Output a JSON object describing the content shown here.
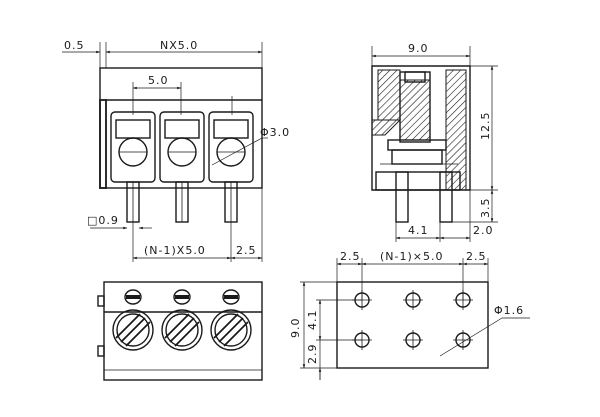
{
  "dimensions": {
    "top_offset": "0.5",
    "total_width": "NX5.0",
    "pitch": "5.0",
    "hole_dia": "Φ3.0",
    "pin_square": "□0.9",
    "span_pitch": "(N-1)X5.0",
    "right_margin": "2.5",
    "side_width": "9.0",
    "side_height": "12.5",
    "pin_length": "3.5",
    "pin_offset_a": "4.1",
    "pin_offset_b": "2.0",
    "pcb_left": "2.5",
    "pcb_span": "(N-1)×5.0",
    "pcb_right": "2.5",
    "pcb_height": "9.0",
    "pcb_row": "4.1",
    "pcb_bottom": "2.9",
    "pcb_hole_dia": "Φ1.6"
  }
}
